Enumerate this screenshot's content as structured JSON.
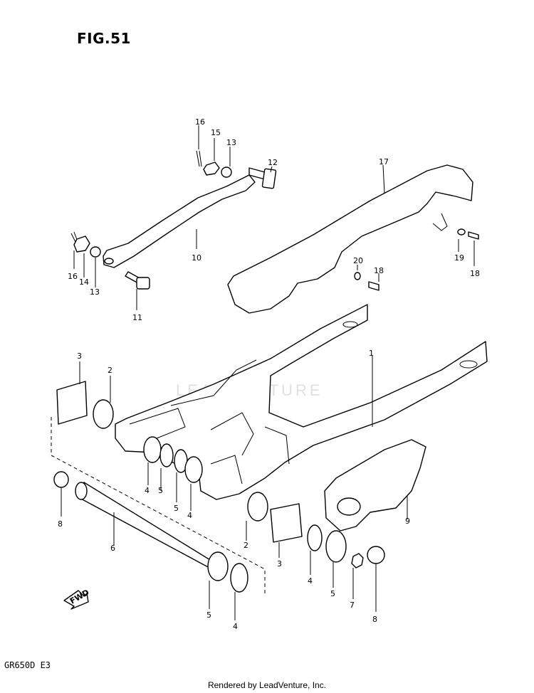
{
  "figure_title": "FIG.51",
  "model_code": "GR650D  E3",
  "credit": "Rendered by LeadVenture, Inc.",
  "watermark": "LEADVENTURE",
  "fwd_label": "FWD",
  "callouts": [
    "16",
    "15",
    "13",
    "12",
    "17",
    "10",
    "16",
    "14",
    "13",
    "11",
    "20",
    "18",
    "19",
    "18",
    "3",
    "2",
    "1",
    "4",
    "5",
    "5",
    "4",
    "8",
    "6",
    "2",
    "3",
    "9",
    "4",
    "5",
    "7",
    "8",
    "5",
    "4"
  ]
}
